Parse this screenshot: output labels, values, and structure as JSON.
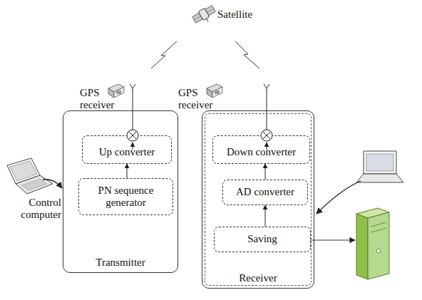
{
  "diagram": {
    "nodes": [
      {
        "text": [
          "Transmitter"
        ]
      },
      {
        "text": [
          "Up converter"
        ],
        "in": 0
      },
      {
        "text": [
          "PN sequence generator"
        ],
        "in": 0
      },
      {
        "text": [
          "Receiver"
        ]
      },
      {
        "text": [
          "Down converter"
        ],
        "in": 3
      },
      {
        "text": [
          "AD converter"
        ],
        "in": 3
      },
      {
        "text": [
          "Saving"
        ],
        "in": 3
      }
    ],
    "edges": [
      {
        "from": 2,
        "to": 1,
        "arrow": "to"
      },
      {
        "from": 6,
        "to": 5,
        "arrow": "to"
      },
      {
        "from": 5,
        "to": 4,
        "arrow": "to"
      }
    ],
    "labels": [
      "Satellite",
      "GPS receiver",
      "GPS receiver",
      "Control computer"
    ]
  }
}
